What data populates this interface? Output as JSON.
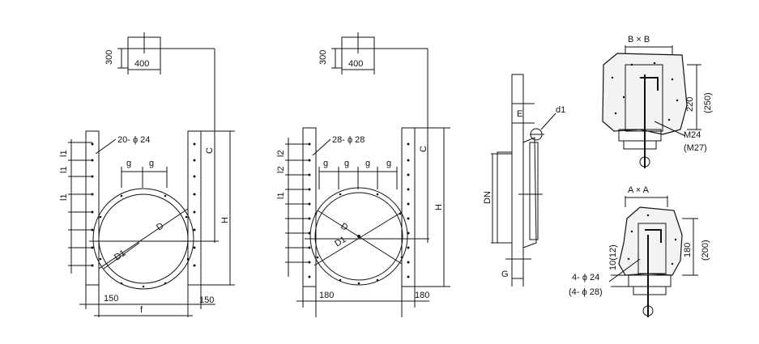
{
  "view1": {
    "box_h": "300",
    "box_w": "400",
    "holes": "20- ϕ 24",
    "pitch": "l1",
    "g": "g",
    "c": "C",
    "h": "H",
    "d": "D",
    "d1": "D1",
    "left_offset": "150",
    "right_offset": "150",
    "f": "f"
  },
  "view2": {
    "box_h": "300",
    "box_w": "400",
    "holes": "28- ϕ 28",
    "pitch": "l1",
    "pitch2": "l2",
    "g": "g",
    "c": "C",
    "h": "H",
    "d": "D",
    "d1": "D1",
    "left_offset": "180",
    "right_offset": "180"
  },
  "view3": {
    "e": "E",
    "d1": "d1",
    "dn": "DN",
    "g": "G"
  },
  "section_b": {
    "title": "B × B",
    "dim1": "220",
    "dim2": "(250)",
    "bolt1": "M24",
    "bolt2": "(M27)"
  },
  "section_a": {
    "title": "A × A",
    "dim1": "10(12)",
    "dim2": "180",
    "dim3": "(200)",
    "hole1": "4- ϕ 24",
    "hole2": "(4- ϕ 28)"
  }
}
